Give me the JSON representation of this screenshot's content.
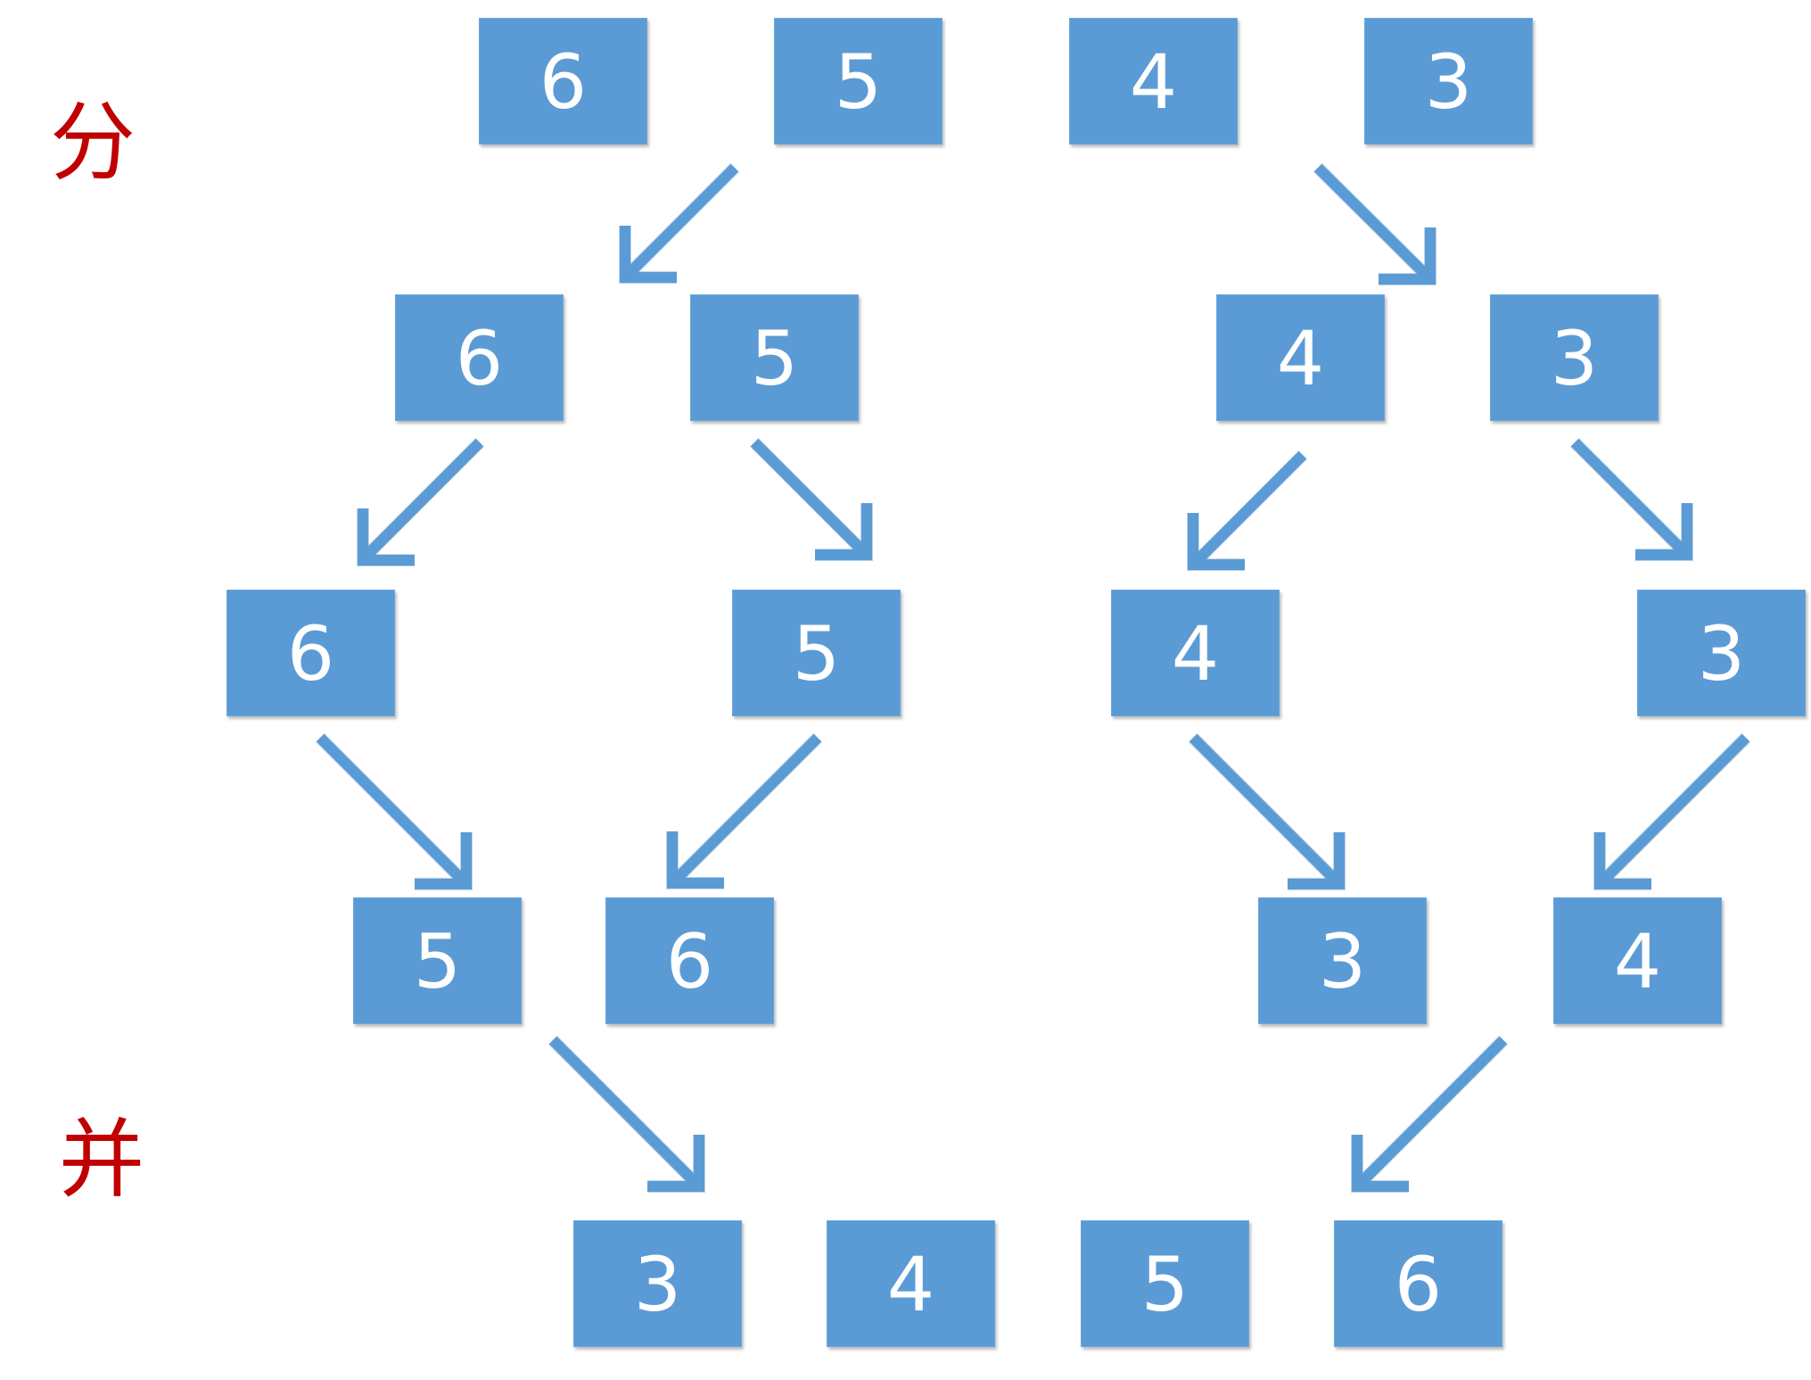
{
  "labels": {
    "divide": "分",
    "merge": "并"
  },
  "levels": [
    {
      "name": "input",
      "cells": [
        "6",
        "5",
        "4",
        "3"
      ]
    },
    {
      "name": "split-1",
      "cells": [
        "6",
        "5",
        "4",
        "3"
      ]
    },
    {
      "name": "split-2",
      "cells": [
        "6",
        "5",
        "4",
        "3"
      ]
    },
    {
      "name": "merge-1",
      "cells": [
        "5",
        "6",
        "3",
        "4"
      ]
    },
    {
      "name": "result",
      "cells": [
        "3",
        "4",
        "5",
        "6"
      ]
    }
  ],
  "colors": {
    "box_fill": "#5b9bd5",
    "box_text": "#ffffff",
    "arrow": "#5b9bd5",
    "label": "#c00000"
  }
}
